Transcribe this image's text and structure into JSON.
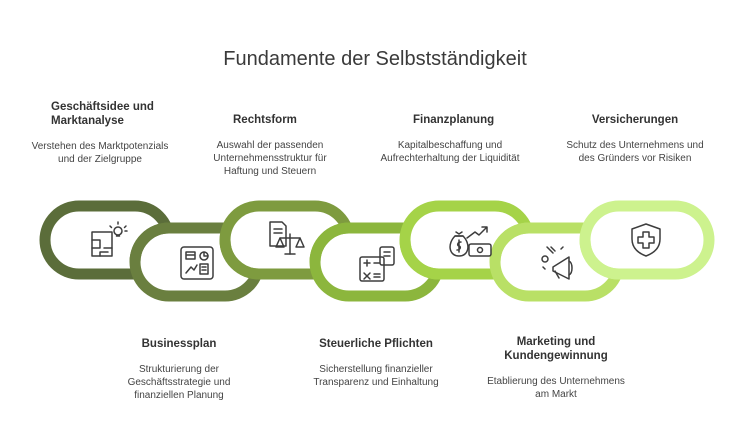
{
  "title": "Fundamente der Selbstständigkeit",
  "colors": [
    "#5b6d3a",
    "#6a7f3f",
    "#7e9b3f",
    "#8cb63d",
    "#a5d348",
    "#b9e066",
    "#cdf28e"
  ],
  "steps": [
    {
      "title": "Geschäftsidee und Marktanalyse",
      "desc": "Verstehen des Marktpotenzials und der Zielgruppe",
      "icon": "blueprint-lightbulb-icon"
    },
    {
      "title": "Businessplan",
      "desc": "Strukturierung der Geschäftsstrategie und finanziellen Planung",
      "icon": "dashboard-icon"
    },
    {
      "title": "Rechtsform",
      "desc": "Auswahl der passenden Unternehmensstruktur für Haftung und Steuern",
      "icon": "document-scales-icon"
    },
    {
      "title": "Steuerliche Pflichten",
      "desc": "Sicherstellung finanzieller Transparenz und Einhaltung",
      "icon": "calculator-icon"
    },
    {
      "title": "Finanzplanung",
      "desc": "Kapitalbeschaffung und Aufrechterhaltung der Liquidität",
      "icon": "money-growth-icon"
    },
    {
      "title": "Marketing und Kundengewinnung",
      "desc": "Etablierung des Unternehmens am Markt",
      "icon": "megaphone-icon"
    },
    {
      "title": "Versicherungen",
      "desc": "Schutz des Unternehmens und des Gründers vor Risiken",
      "icon": "shield-cross-icon"
    }
  ]
}
